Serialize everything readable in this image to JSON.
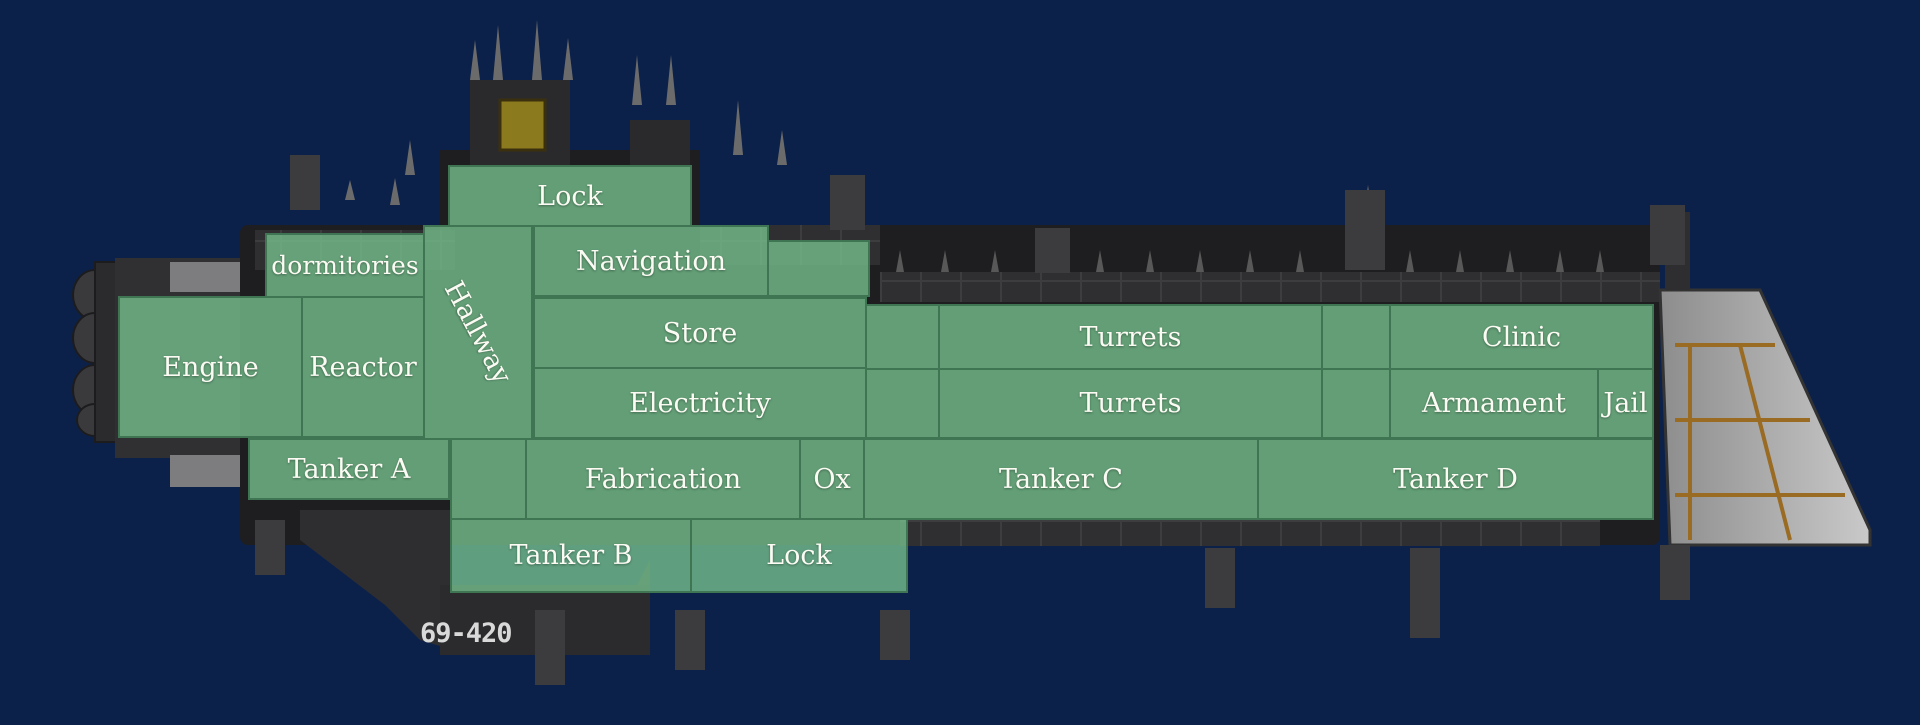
{
  "ship": {
    "hull_number": "69-420",
    "background_color": "#0c2149",
    "room_color": "#74be8c"
  },
  "rooms": {
    "lock_top": "Lock",
    "dormitories": "dormitories",
    "hallway": "Hallway",
    "navigation": "Navigation",
    "engine": "Engine",
    "reactor": "Reactor",
    "store": "Store",
    "electricity": "Electricity",
    "turrets_upper": "Turrets",
    "turrets_lower": "Turrets",
    "clinic": "Clinic",
    "armament": "Armament",
    "jail": "Jail",
    "tanker_a": "Tanker A",
    "fabrication": "Fabrication",
    "ox": "Ox",
    "tanker_c": "Tanker C",
    "tanker_d": "Tanker D",
    "tanker_b": "Tanker B",
    "lock_bottom": "Lock"
  }
}
